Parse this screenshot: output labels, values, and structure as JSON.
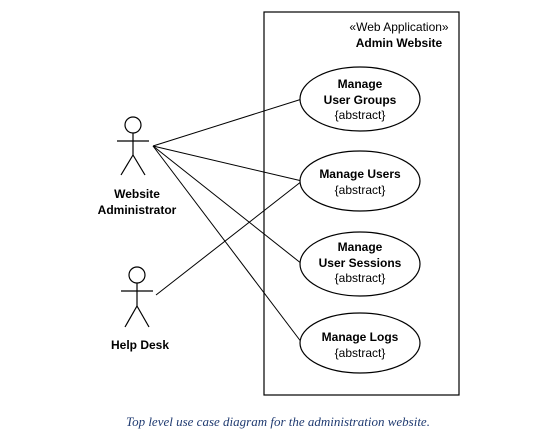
{
  "system": {
    "stereotype": "«Web Application»",
    "name": "Admin Website"
  },
  "actors": {
    "admin": {
      "line1": "Website",
      "line2": "Administrator"
    },
    "helpdesk": {
      "line1": "Help Desk"
    }
  },
  "use_cases": {
    "user_groups": {
      "line1": "Manage",
      "line2": "User Groups",
      "line3": "{abstract}"
    },
    "users": {
      "line1": "Manage Users",
      "line2": "{abstract}"
    },
    "sessions": {
      "line1": "Manage",
      "line2": "User Sessions",
      "line3": "{abstract}"
    },
    "logs": {
      "line1": "Manage Logs",
      "line2": "{abstract}"
    }
  },
  "caption": "Top level use case diagram for the administration website."
}
